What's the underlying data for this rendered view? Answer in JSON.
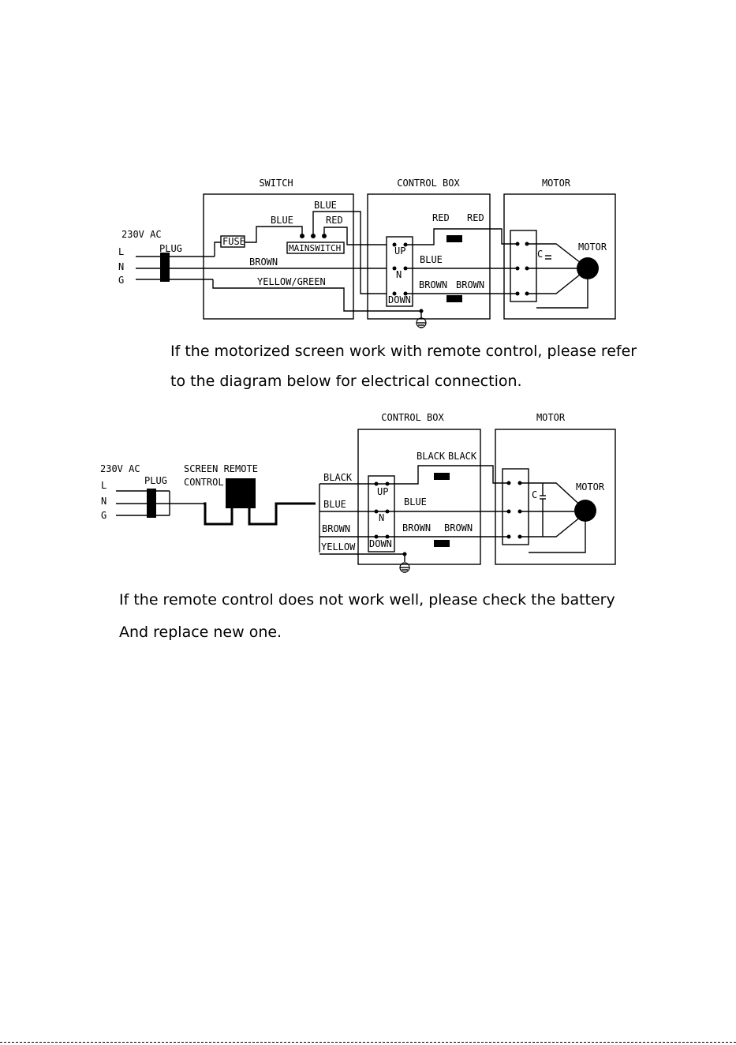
{
  "diagram1": {
    "headers": {
      "switch": "SWITCH",
      "control_box": "CONTROL BOX",
      "motor": "MOTOR"
    },
    "supply": "230V AC",
    "lines": {
      "l": "L",
      "n": "N",
      "g": "G"
    },
    "plug": "PLUG",
    "fuse": "FUSE",
    "mainswitch": "MAINSWITCH",
    "wires": {
      "blue_top": "BLUE",
      "blue": "BLUE",
      "red": "RED",
      "brown": "BROWN",
      "yellow_green": "YELLOW/GREEN",
      "cb_red_1": "RED",
      "cb_red_2": "RED",
      "cb_blue": "BLUE",
      "cb_brown_1": "BROWN",
      "cb_brown_2": "BROWN"
    },
    "switch_positions": {
      "up": "UP",
      "n": "N",
      "down": "DOWN"
    },
    "capacitor": "C",
    "motor_label": "MOTOR"
  },
  "caption1": {
    "line1": "If the motorized screen work with remote control, please refer",
    "line2": "to the diagram below for electrical connection."
  },
  "diagram2": {
    "headers": {
      "control_box": "CONTROL BOX",
      "motor": "MOTOR"
    },
    "supply": "230V AC",
    "lines": {
      "l": "L",
      "n": "N",
      "g": "G"
    },
    "plug": "PLUG",
    "remote_line1": "SCREEN REMOTE",
    "remote_line2": "CONTROL",
    "wires": {
      "black": "BLACK",
      "blue": "BLUE",
      "brown": "BROWN",
      "yellow": "YELLOW",
      "cb_black_1": "BLACK",
      "cb_black_2": "BLACK",
      "cb_blue": "BLUE",
      "cb_brown_1": "BROWN",
      "cb_brown_2": "BROWN"
    },
    "switch_positions": {
      "up": "UP",
      "n": "N",
      "down": "DOWN"
    },
    "capacitor": "C",
    "motor_label": "MOTOR"
  },
  "caption2": {
    "line1": "If the remote control does not work well, please check the battery",
    "line2": "And replace new one."
  }
}
